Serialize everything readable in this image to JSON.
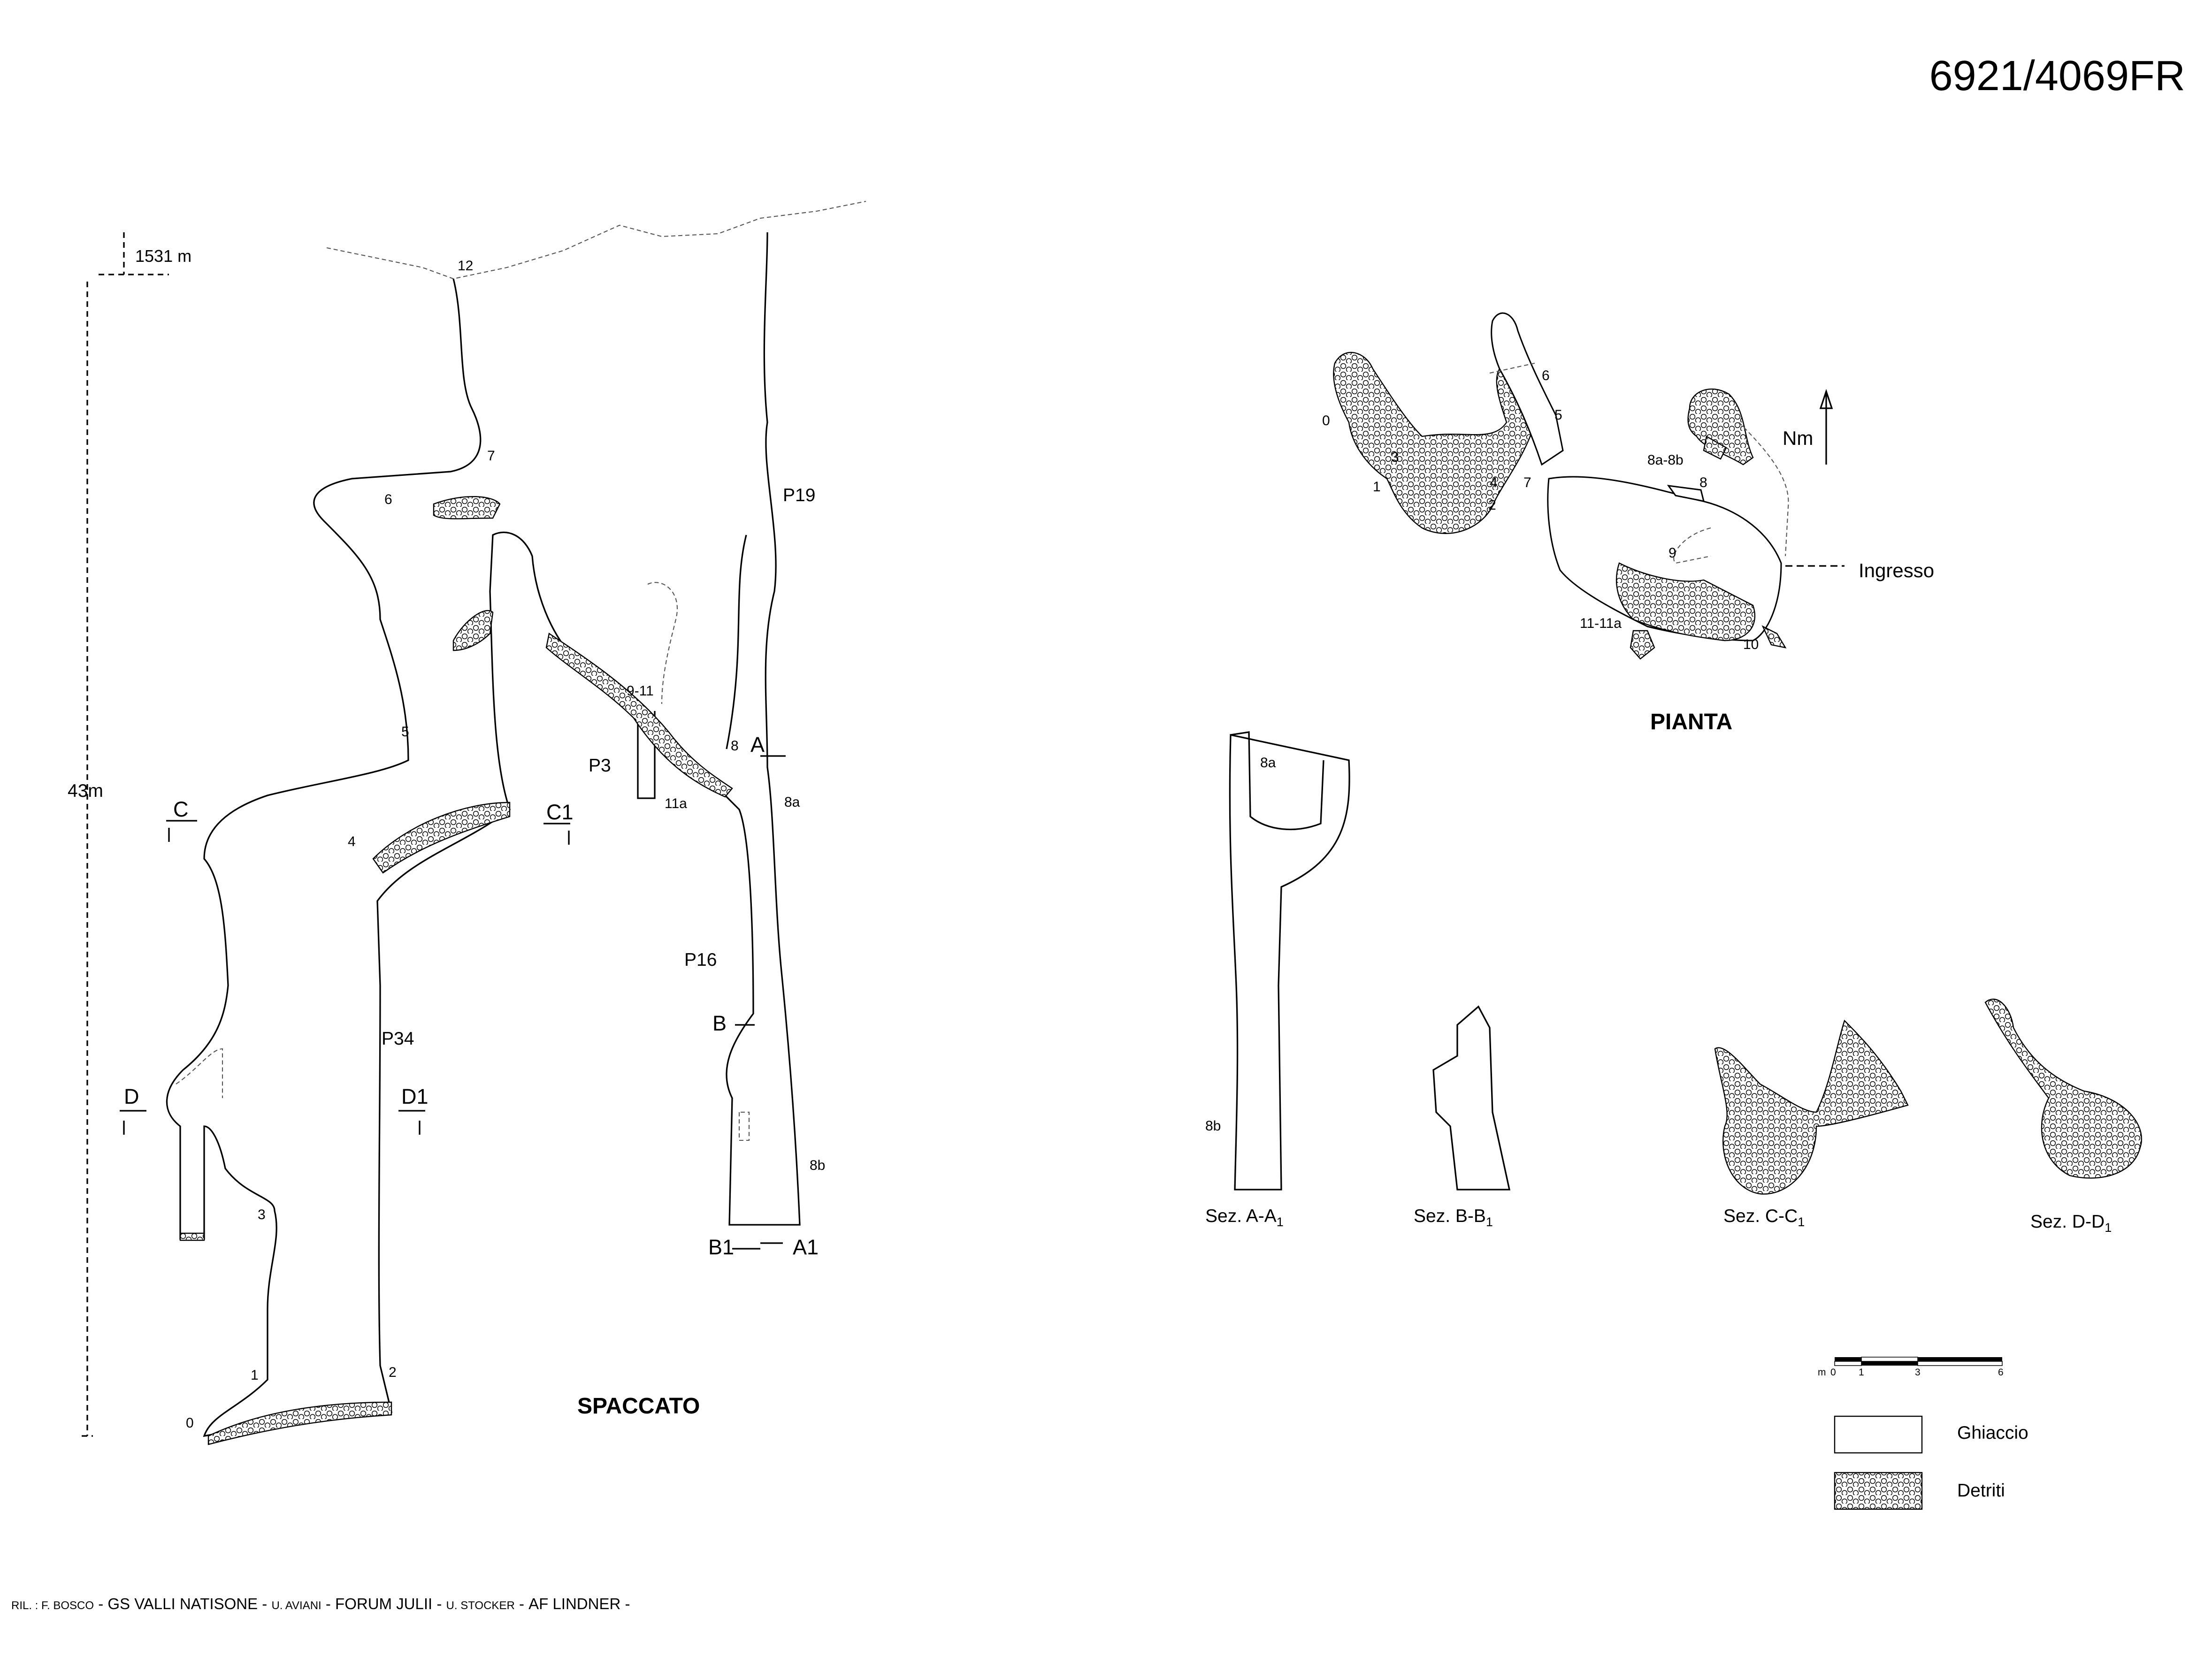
{
  "cave_id": "6921/4069FR",
  "spaccato": {
    "title": "SPACCATO",
    "altitude": "1531 m",
    "depth": "43m",
    "stations": [
      "12",
      "7",
      "6",
      "5",
      "4",
      "3",
      "2",
      "1",
      "0",
      "9-11",
      "11a",
      "8",
      "8a",
      "8b"
    ],
    "pitches": [
      "P19",
      "P3",
      "P16",
      "P34"
    ],
    "section_marks": [
      "C",
      "C1",
      "D",
      "D1",
      "A",
      "B",
      "B1",
      "A1"
    ]
  },
  "pianta": {
    "title": "PIANTA",
    "north": "Nm",
    "entrance": "Ingresso",
    "stations": [
      "0",
      "1",
      "2",
      "3",
      "4",
      "5",
      "6",
      "7",
      "8",
      "8a-8b",
      "9",
      "10",
      "11-11a"
    ]
  },
  "sections": [
    {
      "label": "Sez. A-A",
      "sub": "1",
      "stations": [
        "8a",
        "8b"
      ]
    },
    {
      "label": "Sez. B-B",
      "sub": "1"
    },
    {
      "label": "Sez. C-C",
      "sub": "1"
    },
    {
      "label": "Sez. D-D",
      "sub": "1"
    }
  ],
  "scale": {
    "unit": "m",
    "ticks": [
      "0",
      "1",
      "3",
      "6"
    ]
  },
  "legend": [
    {
      "label": "Ghiaccio",
      "pattern": "plain"
    },
    {
      "label": "Detriti",
      "pattern": "rubble"
    }
  ],
  "credits": {
    "prefix": "RIL. : ",
    "parts": [
      "F. BOSCO",
      " - ",
      "GS VALLI NATISONE",
      " - ",
      "U. AVIANI",
      " - ",
      "FORUM JULII",
      " - ",
      "U. STOCKER",
      " - ",
      "AF LINDNER",
      " -"
    ]
  }
}
